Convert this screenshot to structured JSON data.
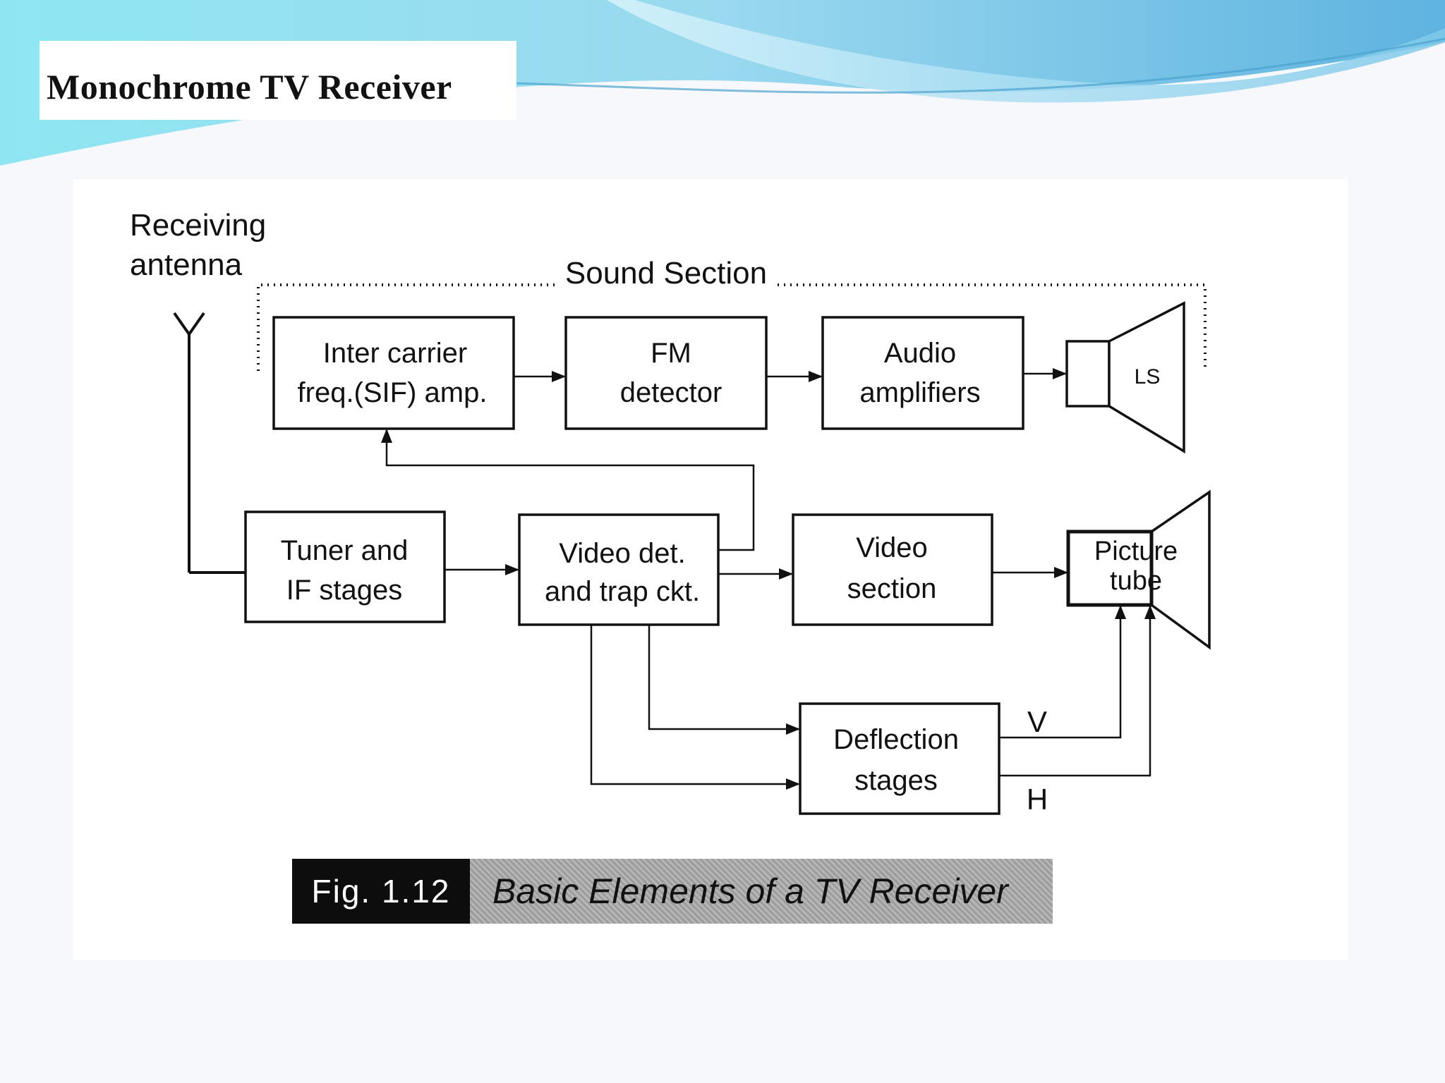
{
  "slide": {
    "title": "Monochrome TV Receiver"
  },
  "diagram": {
    "antenna_label_line1": "Receiving",
    "antenna_label_line2": "antenna",
    "sound_section_label": "Sound Section",
    "blocks": {
      "sif_amp": [
        "Inter carrier",
        "freq.(SIF) amp."
      ],
      "fm_detector": [
        "FM",
        "detector"
      ],
      "audio_amplifiers": [
        "Audio",
        "amplifiers"
      ],
      "loudspeaker": "LS",
      "tuner": [
        "Tuner and",
        "IF stages"
      ],
      "video_det": [
        "Video det.",
        "and trap ckt."
      ],
      "video_section": [
        "Video",
        "section"
      ],
      "picture_tube": [
        "Picture",
        "tube"
      ],
      "deflection": [
        "Deflection",
        "stages"
      ]
    },
    "v_label": "V",
    "h_label": "H"
  },
  "caption": {
    "figure_number": "Fig. 1.12",
    "text": "Basic Elements of a TV Receiver"
  }
}
